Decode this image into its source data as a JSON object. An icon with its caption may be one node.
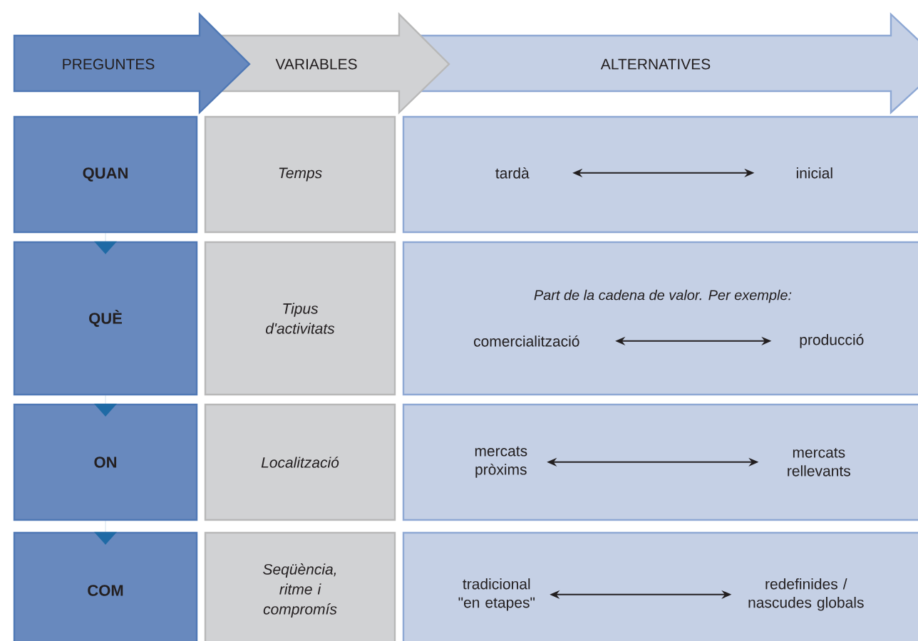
{
  "diagram": {
    "nodes": [
      {
        "text": [
          "PREGUNTES"
        ]
      },
      {
        "text": [
          "VARIABLES"
        ]
      },
      {
        "text": [
          "ALTERNATIVES"
        ]
      },
      {
        "text": [
          "QUAN"
        ]
      },
      {
        "text": [
          "Temps"
        ]
      },
      {
        "text": [],
        "shape": "box"
      },
      {
        "text": [
          "tardà"
        ],
        "in": 5
      },
      {
        "text": [
          "inicial"
        ],
        "in": 5
      },
      {
        "text": [
          "QUÈ"
        ]
      },
      {
        "text": [
          "Tipus d'activitats"
        ]
      },
      {
        "text": [
          "Part de la cadena de valor. Per exemple:"
        ]
      },
      {
        "text": [
          "comercialització"
        ],
        "in": 10
      },
      {
        "text": [
          "producció"
        ],
        "in": 10
      },
      {
        "text": [
          "ON"
        ]
      },
      {
        "text": [
          "Localització"
        ]
      },
      {
        "text": [],
        "shape": "box"
      },
      {
        "text": [
          "mercats pròxims"
        ],
        "in": 15
      },
      {
        "text": [
          "mercats rellevants"
        ],
        "in": 15
      },
      {
        "text": [
          "COM"
        ]
      },
      {
        "text": [
          "Seqüència, ritme i compromís"
        ]
      },
      {
        "text": [],
        "shape": "box"
      },
      {
        "text": [
          "tradicional \"en etapes\""
        ],
        "in": 20
      },
      {
        "text": [
          "redefinides / nascudes globals"
        ],
        "in": 20
      }
    ],
    "edges": [
      {
        "from": 6,
        "to": 7,
        "arrow": "both"
      },
      {
        "from": 11,
        "to": 12,
        "arrow": "both"
      },
      {
        "from": 16,
        "to": 17,
        "arrow": "both"
      },
      {
        "from": 21,
        "to": 22,
        "arrow": "both"
      },
      {
        "from": 3,
        "to": 8,
        "arrow": "to",
        "color": "#1f6aa5"
      },
      {
        "from": 8,
        "to": 13,
        "arrow": "to",
        "color": "#1f6aa5"
      },
      {
        "from": 13,
        "to": 18,
        "arrow": "to",
        "color": "#1f6aa5"
      }
    ]
  }
}
